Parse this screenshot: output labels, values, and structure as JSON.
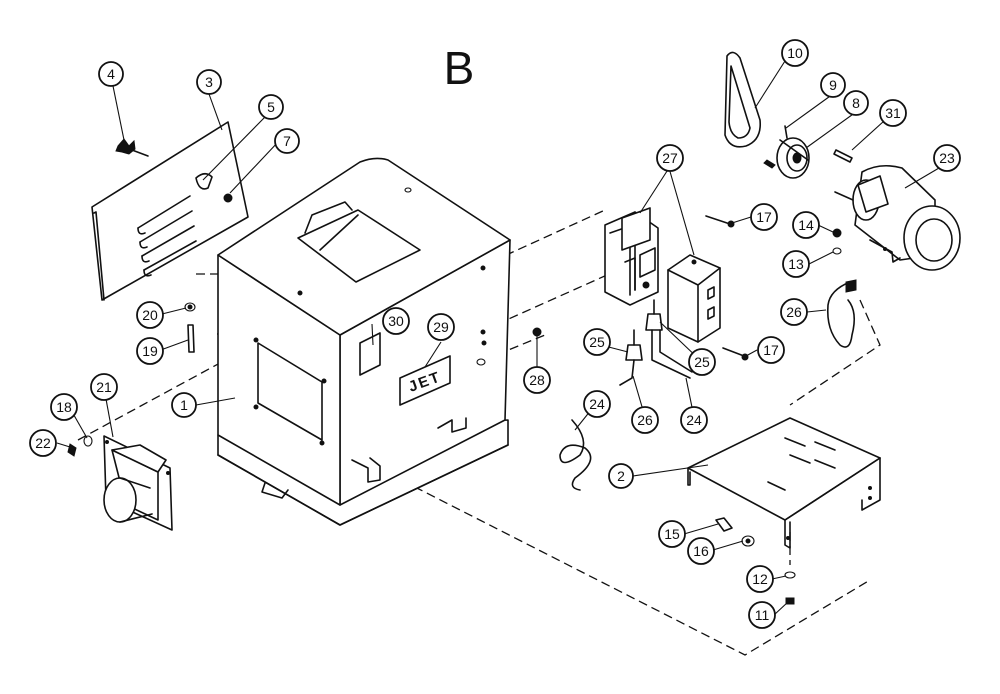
{
  "title": "B",
  "brand_plate": "JET",
  "callouts": [
    "1",
    "2",
    "3",
    "4",
    "5",
    "7",
    "8",
    "9",
    "10",
    "11",
    "12",
    "13",
    "14",
    "15",
    "16",
    "17",
    "17",
    "18",
    "19",
    "20",
    "21",
    "22",
    "23",
    "24",
    "24",
    "25",
    "25",
    "26",
    "26",
    "27",
    "28",
    "29",
    "30",
    "31"
  ]
}
